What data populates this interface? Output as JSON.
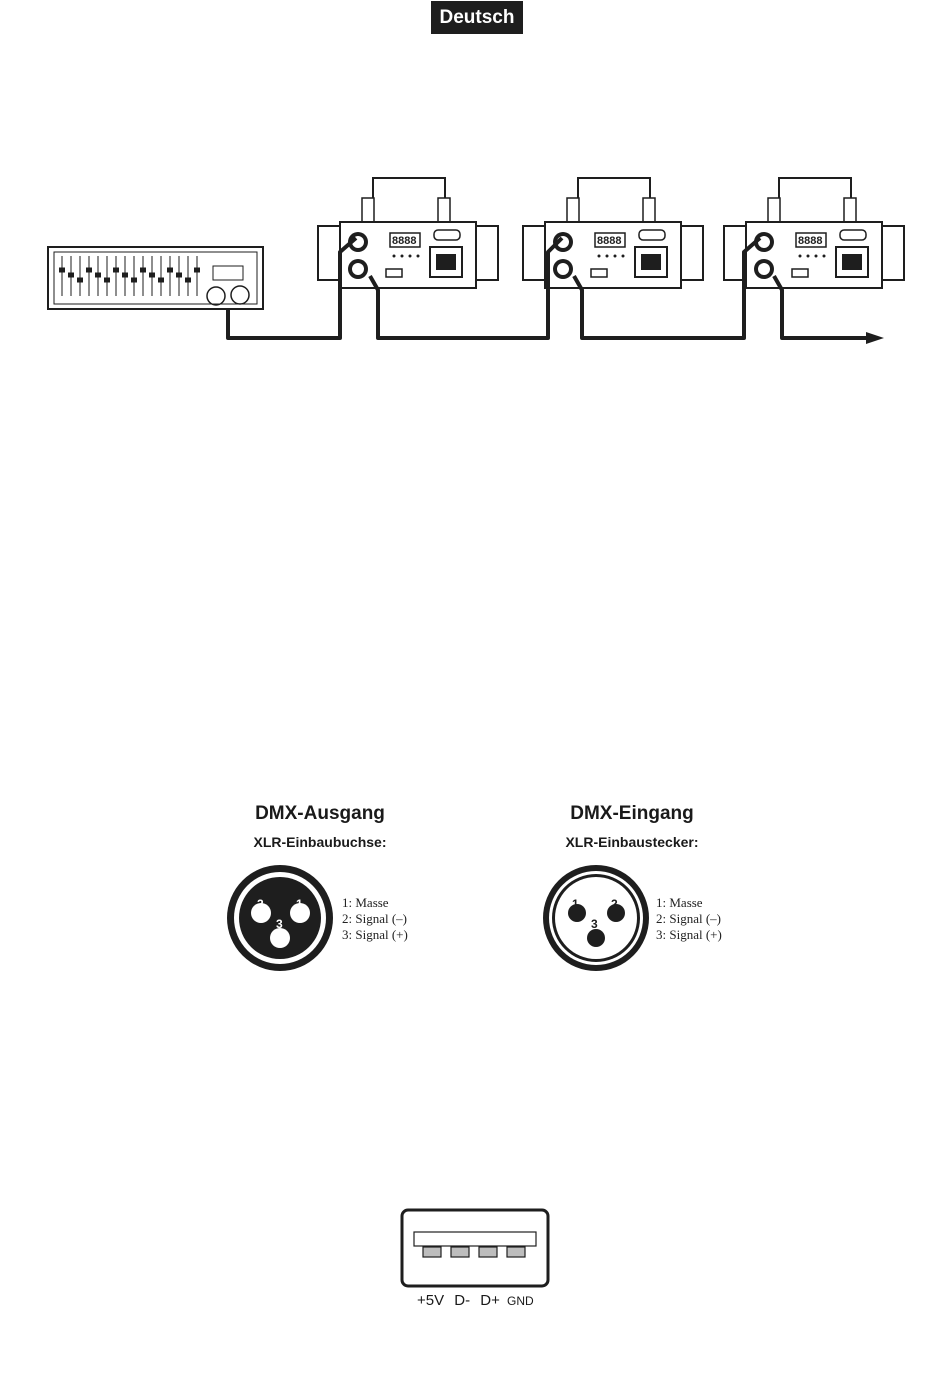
{
  "header": {
    "language": "Deutsch"
  },
  "dmx_output": {
    "title": "DMX-Ausgang",
    "subtitle": "XLR-Einbaubuchse:",
    "pin_labels": [
      "2",
      "1",
      "3"
    ],
    "pins": [
      "1: Masse",
      "2: Signal (–)",
      "3: Signal (+)"
    ]
  },
  "dmx_input": {
    "title": "DMX-Eingang",
    "subtitle": "XLR-Einbaustecker:",
    "pin_labels": [
      "1",
      "2",
      "3"
    ],
    "pins": [
      "1: Masse",
      "2: Signal (–)",
      "3: Signal (+)"
    ]
  },
  "usb": {
    "pins": [
      "+5V",
      "D-",
      "D+",
      "GND"
    ]
  },
  "colors": {
    "ink": "#1e1e1e",
    "paper": "#ffffff"
  }
}
